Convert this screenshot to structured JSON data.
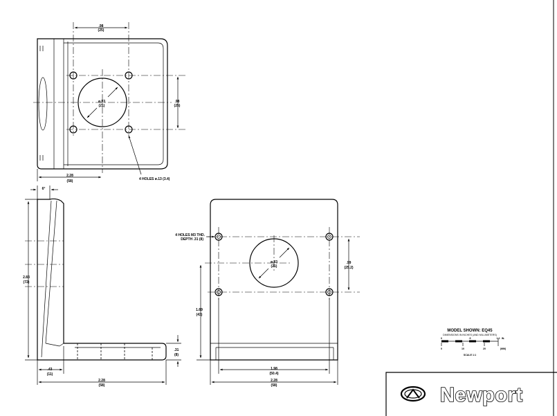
{
  "top_view": {
    "dim_top": ".98",
    "dim_top_mm": "(25)",
    "dim_right": ".98",
    "dim_right_mm": "(25)",
    "dim_bore": "ø.83",
    "dim_bore_mm": "(21)",
    "dim_bottom": "2.28",
    "dim_bottom_mm": "(58)",
    "holes_note": "4 HOLES ø.13 (3.4)"
  },
  "side_view": {
    "angle": "6°",
    "height": "2.83",
    "height_mm": "(72)",
    "thickness": ".43",
    "thickness_mm": "(11)",
    "width": "2.28",
    "width_mm": "(58)",
    "base": ".31",
    "base_mm": "(8)"
  },
  "front_view": {
    "holes_note_line1": "4 HOLES M3 THD.",
    "holes_note_line2": "DEPTH .31 (8)",
    "dim_bore": "ø.83",
    "dim_bore_mm": "(21)",
    "dim_right": ".99",
    "dim_right_mm": "(25.2)",
    "dim_left": "1.69",
    "dim_left_mm": "(43)",
    "dim_inner": "1.98",
    "dim_inner_mm": "(50.4)",
    "dim_outer": "2.28",
    "dim_outer_mm": "(58)"
  },
  "legend": {
    "model": "MODEL SHOWN: EQ45",
    "units": "DIMENSIONS IN INCHES (AND MILLIMETERS)",
    "scale_in_0": "0",
    "scale_in_5": ".5",
    "scale_in_10": "1.0",
    "scale_in_unit": "IN.",
    "scale_mm_0": "0",
    "scale_mm_10": "10",
    "scale_mm_20": "20",
    "scale_mm_unit": "(MM)",
    "scale_label": "SCALE 1:1"
  },
  "brand": {
    "name": "Newport"
  }
}
